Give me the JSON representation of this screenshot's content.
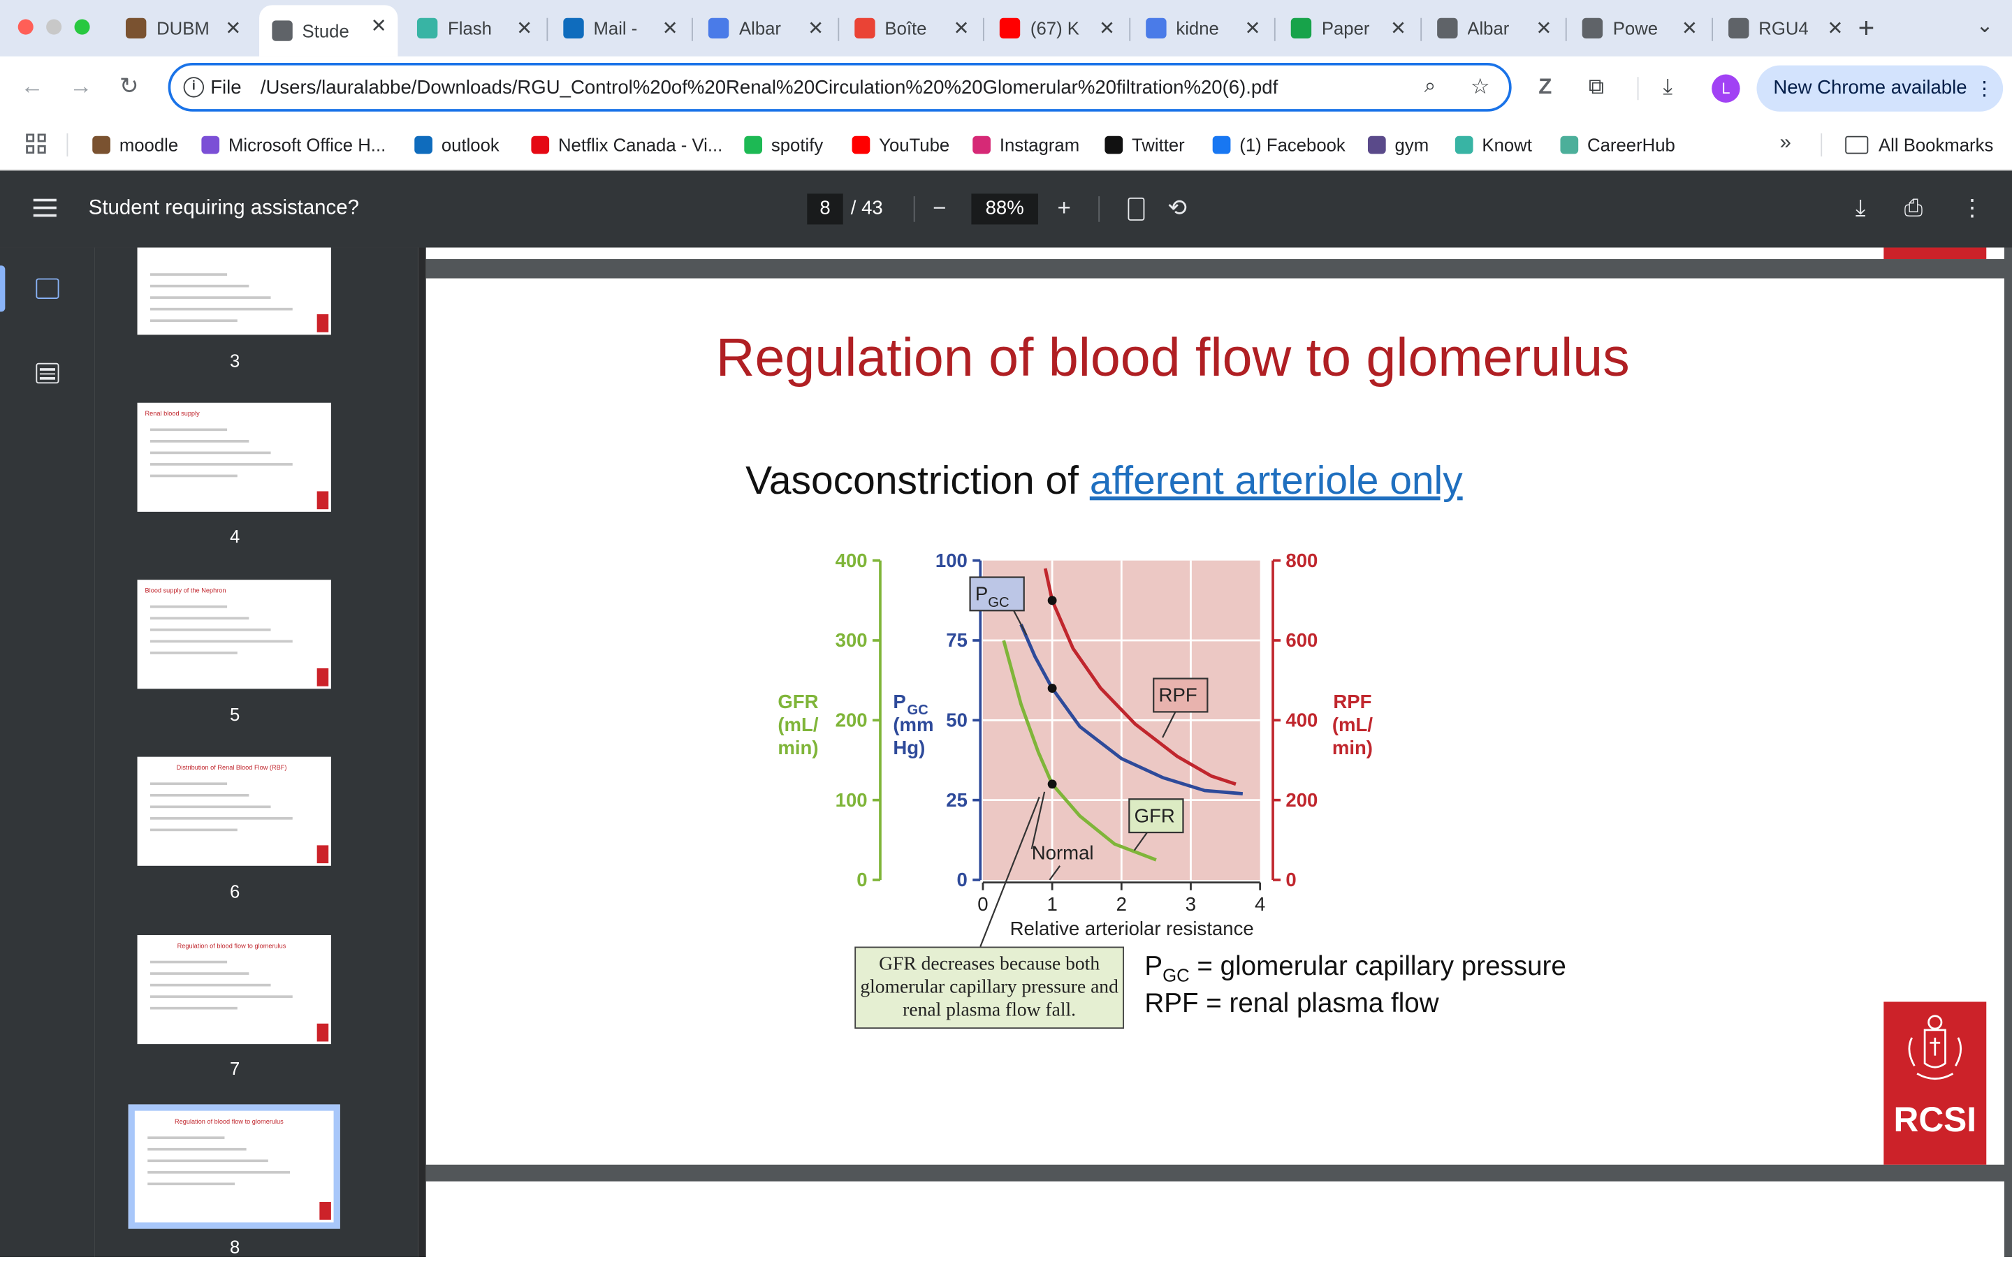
{
  "browser": {
    "tabs": [
      {
        "label": "DUBM",
        "fav_color": "#7a5230",
        "active": false
      },
      {
        "label": "Stude",
        "fav_color": "#5f6368",
        "active": true
      },
      {
        "label": "Flash",
        "fav_color": "#38b4a4",
        "active": false
      },
      {
        "label": "Mail -",
        "fav_color": "#0f6cbd",
        "active": false
      },
      {
        "label": "Albar",
        "fav_color": "#4a7be8",
        "active": false
      },
      {
        "label": "Boîte",
        "fav_color": "#ea4335",
        "active": false
      },
      {
        "label": "(67) K",
        "fav_color": "#ff0000",
        "active": false
      },
      {
        "label": "kidne",
        "fav_color": "#4a7be8",
        "active": false
      },
      {
        "label": "Paper",
        "fav_color": "#17a34a",
        "active": false
      },
      {
        "label": "Albar",
        "fav_color": "#5f6368",
        "active": false
      },
      {
        "label": "Powe",
        "fav_color": "#5f6368",
        "active": false
      },
      {
        "label": "RGU4",
        "fav_color": "#5f6368",
        "active": false
      }
    ],
    "omnibox": {
      "scheme_label": "File",
      "url": "/Users/lauralabbe/Downloads/RGU_Control%20of%20Renal%20Circulation%20%20Glomerular%20filtration%20(6).pdf"
    },
    "profile_initial": "L",
    "update_button": "New Chrome available",
    "bookmarks": [
      {
        "label": "moodle",
        "color": "#7a5230"
      },
      {
        "label": "Microsoft Office H...",
        "color": "#7b4fd6"
      },
      {
        "label": "outlook",
        "color": "#0f6cbd"
      },
      {
        "label": "Netflix Canada - Vi...",
        "color": "#e50914"
      },
      {
        "label": "spotify",
        "color": "#1db954"
      },
      {
        "label": "YouTube",
        "color": "#ff0000"
      },
      {
        "label": "Instagram",
        "color": "#d62976"
      },
      {
        "label": "Twitter",
        "color": "#111111"
      },
      {
        "label": "(1) Facebook",
        "color": "#1877f2"
      },
      {
        "label": "gym",
        "color": "#5a4a8a"
      },
      {
        "label": "Knowt",
        "color": "#38b4a4"
      },
      {
        "label": "CareerHub",
        "color": "#4caf9a"
      }
    ],
    "all_bookmarks": "All Bookmarks"
  },
  "pdf_viewer": {
    "document_title": "Student requiring assistance?",
    "current_page": "8",
    "total_pages": "/ 43",
    "zoom": "88%",
    "thumbnails": [
      {
        "page": "3",
        "heading": ""
      },
      {
        "page": "4",
        "heading": "Renal blood supply"
      },
      {
        "page": "5",
        "heading": "Blood supply of the Nephron"
      },
      {
        "page": "6",
        "heading": "Distribution of Renal Blood Flow (RBF)"
      },
      {
        "page": "7",
        "heading": "Regulation of blood flow to glomerulus"
      },
      {
        "page": "8",
        "heading": "Regulation of blood flow to glomerulus"
      }
    ]
  },
  "slide": {
    "title": "Regulation of blood flow to glomerulus",
    "subtitle_plain": "Vasoconstriction of ",
    "subtitle_link": "afferent arteriole only",
    "legend_line1_prefix": "P",
    "legend_line1_sub": "GC",
    "legend_line1_rest": " = glomerular capillary pressure",
    "legend_line2": "RPF = renal plasma flow",
    "note": "GFR decreases because both glomerular capillary pressure and renal plasma flow fall.",
    "logo_text": "RCSI"
  },
  "chart_data": {
    "type": "line",
    "xlabel": "Relative arteriolar resistance",
    "x_ticks": [
      "0",
      "1",
      "2",
      "3",
      "4"
    ],
    "xlim": [
      0,
      4
    ],
    "axes": [
      {
        "label": "GFR (mL/ min)",
        "ticks": [
          "0",
          "100",
          "200",
          "300",
          "400"
        ],
        "range": [
          0,
          400
        ],
        "color": "#7fb539"
      },
      {
        "label_main": "P",
        "label_sub": "GC",
        "label_rest": "(mm Hg)",
        "ticks": [
          "0",
          "25",
          "50",
          "75",
          "100"
        ],
        "range": [
          0,
          100
        ],
        "color": "#2e4a9a"
      },
      {
        "label": "RPF (mL/ min)",
        "ticks": [
          "0",
          "200",
          "400",
          "600",
          "800"
        ],
        "range": [
          0,
          800
        ],
        "color": "#c0262d"
      }
    ],
    "series": [
      {
        "name": "P",
        "name_sub": "GC",
        "axis": 1,
        "color": "#2e4a9a",
        "points": [
          [
            0.55,
            80
          ],
          [
            0.75,
            70
          ],
          [
            1.0,
            60
          ],
          [
            1.4,
            48
          ],
          [
            2.0,
            38
          ],
          [
            2.6,
            32
          ],
          [
            3.2,
            28
          ],
          [
            3.75,
            27
          ]
        ]
      },
      {
        "name": "RPF",
        "axis": 2,
        "color": "#c0262d",
        "points": [
          [
            0.9,
            780
          ],
          [
            1.0,
            700
          ],
          [
            1.3,
            580
          ],
          [
            1.7,
            480
          ],
          [
            2.2,
            390
          ],
          [
            2.8,
            310
          ],
          [
            3.3,
            260
          ],
          [
            3.65,
            240
          ]
        ]
      },
      {
        "name": "GFR",
        "axis": 0,
        "color": "#7fb539",
        "points": [
          [
            0.3,
            300
          ],
          [
            0.55,
            220
          ],
          [
            0.8,
            160
          ],
          [
            1.0,
            120
          ],
          [
            1.4,
            80
          ],
          [
            1.9,
            45
          ],
          [
            2.5,
            25
          ]
        ]
      }
    ],
    "marked_points": [
      {
        "series": "P",
        "x": 1.0,
        "y": 60
      },
      {
        "series": "RPF",
        "x": 1.0,
        "y": 700
      },
      {
        "series": "GFR",
        "x": 1.0,
        "y": 120
      }
    ],
    "normal_label": "Normal",
    "shaded_region_x": [
      0,
      4
    ]
  }
}
